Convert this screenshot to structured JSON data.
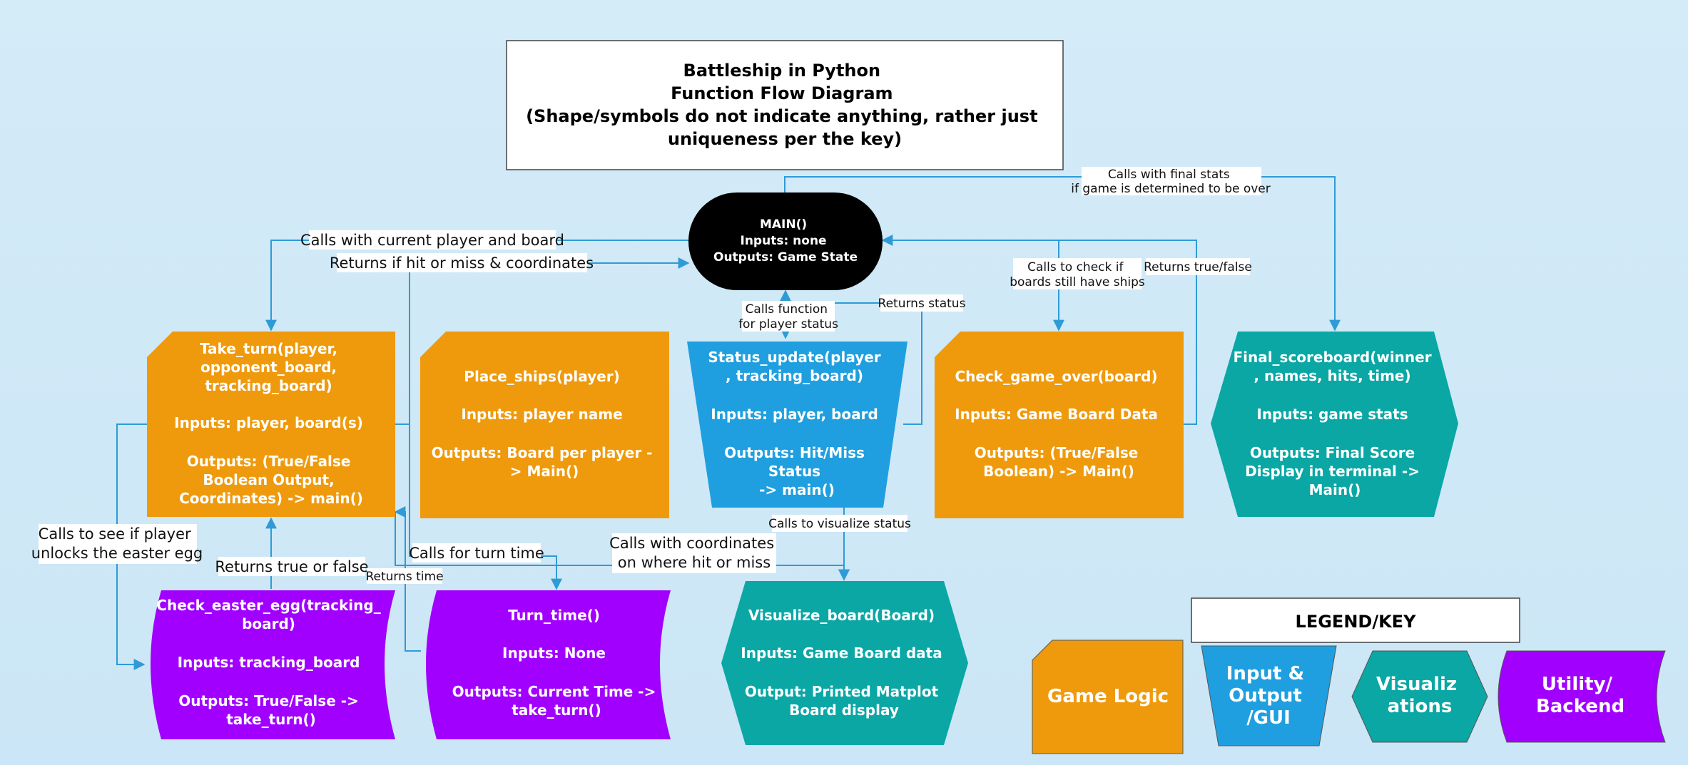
{
  "title": {
    "line1": "Battleship in Python",
    "line2": "Function Flow Diagram",
    "line3": "(Shape/symbols do not indicate anything, rather just",
    "line4": "uniqueness per the key)"
  },
  "colors": {
    "game_logic": "#ef9a0c",
    "input_output": "#1f9fdf",
    "visualizations": "#0aa7a5",
    "utility": "#a100ff",
    "main": "#000000",
    "connector": "#2f9bd6"
  },
  "nodes": {
    "main": [
      "MAIN()",
      "Inputs: none",
      "Outputs: Game State"
    ],
    "take_turn": [
      "Take_turn(player,",
      "opponent_board,",
      "tracking_board)",
      "",
      "Inputs: player, board(s)",
      "",
      "Outputs: (True/False",
      "Boolean Output,",
      "Coordinates) -> main()"
    ],
    "place_ships": [
      "Place_ships(player)",
      "",
      "Inputs: player name",
      "",
      "Outputs: Board per player -",
      "> Main()"
    ],
    "status_update": [
      "Status_update(player",
      ", tracking_board)",
      "",
      "Inputs: player, board",
      "",
      "Outputs: Hit/Miss",
      "Status",
      "-> main()"
    ],
    "check_game_over": [
      "Check_game_over(board)",
      "",
      "Inputs: Game Board Data",
      "",
      "Outputs: (True/False",
      "Boolean) -> Main()"
    ],
    "final_scoreboard": [
      "Final_scoreboard(winner",
      ", names, hits, time)",
      "",
      "Inputs: game stats",
      "",
      "Outputs: Final Score",
      "Display in terminal ->",
      "Main()"
    ],
    "check_easter_egg": [
      "Check_easter_egg(tracking_",
      "board)",
      "",
      "Inputs: tracking_board",
      "",
      "Outputs: True/False ->",
      "take_turn()"
    ],
    "turn_time": [
      "Turn_time()",
      "",
      "Inputs: None",
      "",
      "Outputs: Current Time ->",
      "take_turn()"
    ],
    "visualize_board": [
      "Visualize_board(Board)",
      "",
      "Inputs: Game Board data",
      "",
      "Output: Printed Matplot",
      "Board display"
    ]
  },
  "edges": {
    "final_stats": [
      "Calls with final stats",
      "if game is determined to be over"
    ],
    "current_player": [
      "Calls with current player and board"
    ],
    "hit_or_miss": [
      "Returns if hit or miss & coordinates"
    ],
    "player_status": [
      "Calls function",
      "for player status"
    ],
    "returns_status": [
      "Returns status"
    ],
    "check_ships": [
      "Calls to check if",
      "boards still have ships"
    ],
    "returns_tf": [
      "Returns true/false"
    ],
    "easter_egg_call": [
      "Calls to see if player",
      "unlocks the easter egg"
    ],
    "returns_true_false": [
      "Returns true or false"
    ],
    "returns_time": [
      "Returns time"
    ],
    "turn_time_call": [
      "Calls for turn time"
    ],
    "coordinates": [
      "Calls with coordinates",
      "on where hit or miss"
    ],
    "visualize_status": [
      "Calls to visualize status"
    ]
  },
  "legend": {
    "title": "LEGEND/KEY",
    "game_logic": [
      "Game Logic"
    ],
    "input_output": [
      "Input &",
      "Output",
      "/GUI"
    ],
    "visualizations": [
      "Visualiz",
      "ations"
    ],
    "utility": [
      "Utility/",
      "Backend"
    ]
  }
}
